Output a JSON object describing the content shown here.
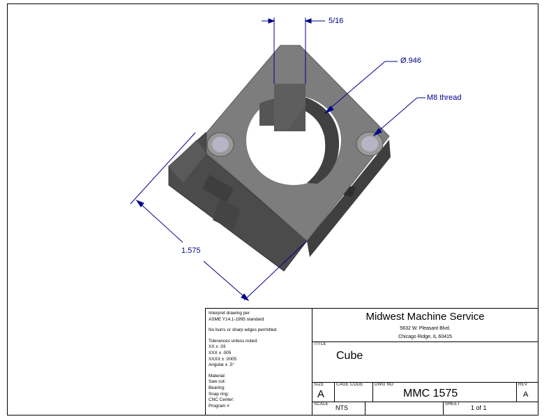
{
  "dimensions": {
    "width_slot": "5/16",
    "bore_diameter": "Ø.946",
    "thread": "M8 thread",
    "overall_length": "1.575"
  },
  "notes": {
    "line1": "Interpret drawing per",
    "line2": "ASME Y14.1-1995 standard",
    "line3": "No burrs or sharp edges permitted",
    "line4": "Tolerances unless noted:",
    "line5": "XX ± .03",
    "line6": "XXX ± .005",
    "line7": "XXXX ± .0005",
    "line8": "Angular ± .5°",
    "line9": "Material:",
    "line10": "Saw cut:",
    "line11": "Bearing:",
    "line12": "Snap ring:",
    "line13": "CNC Center:",
    "line14": "Program #"
  },
  "title_block": {
    "company": "Midwest Machine Service",
    "address1": "5632 W. Pleasant Blvd.",
    "address2": "Chicago Ridge, IL 60415",
    "title_label": "TITLE",
    "title": "Cube",
    "size_label": "SIZE",
    "size": "A",
    "cage_label": "CAGE CODE",
    "cage": "",
    "dwg_label": "DWG NO",
    "dwg": "MMC 1575",
    "rev_label": "REV",
    "rev": "A",
    "scale_label": "SCALE",
    "scale": "NTS",
    "sheet_label": "SHEET",
    "sheet": "1 of 1"
  }
}
